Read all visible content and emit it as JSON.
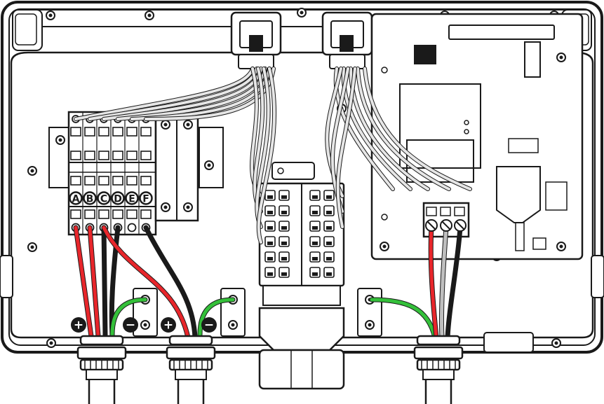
{
  "terminals": {
    "letters": [
      "A",
      "B",
      "C",
      "D",
      "E",
      "F"
    ]
  },
  "polarity": {
    "plus": "+",
    "minus": "−"
  },
  "colors": {
    "outline": "#1a1a1a",
    "panel": "#ffffff",
    "wire_red": "#e8262b",
    "wire_black": "#1a1a1a",
    "wire_white": "#e6e6e6",
    "wire_green": "#34c03a",
    "wire_gray": "#bfbfbf"
  },
  "icons": [
    "plus-badge-icon",
    "minus-badge-icon",
    "screw-icon",
    "cable-gland-icon"
  ]
}
